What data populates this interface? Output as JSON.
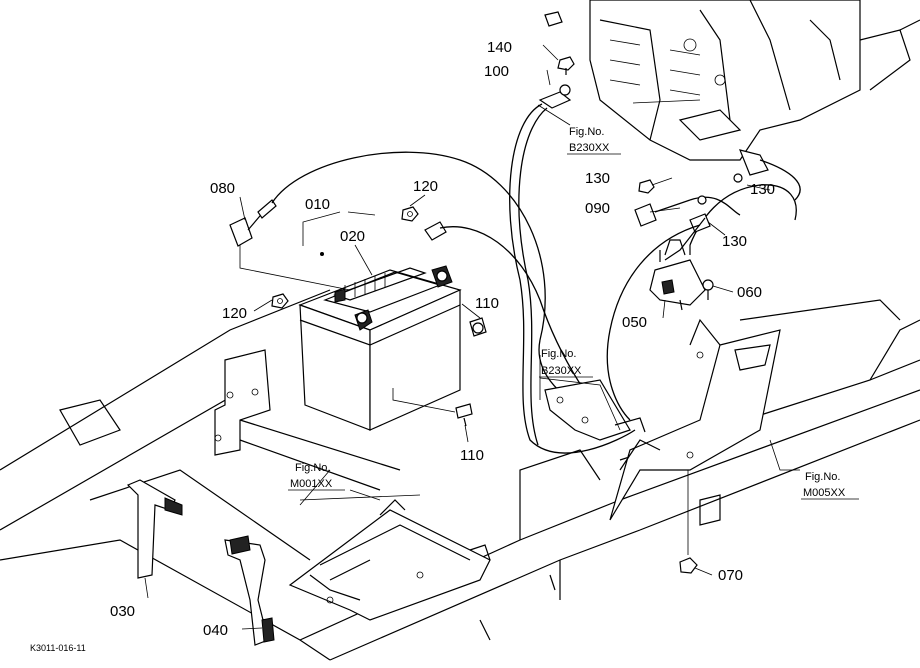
{
  "parts": {
    "p010": "010",
    "p020": "020",
    "p030": "030",
    "p040": "040",
    "p050": "050",
    "p060": "060",
    "p070": "070",
    "p080": "080",
    "p090": "090",
    "p100": "100",
    "p110a": "110",
    "p110b": "110",
    "p120a": "120",
    "p120b": "120",
    "p130a": "130",
    "p130b": "130",
    "p130c": "130",
    "p140": "140"
  },
  "refs": {
    "fig_label": "Fig.No.",
    "b230_top": "B230XX",
    "b230_mid": "B230XX",
    "m001": "M001XX",
    "m005": "M005XX"
  },
  "drawing_code": "K3011-016-11"
}
